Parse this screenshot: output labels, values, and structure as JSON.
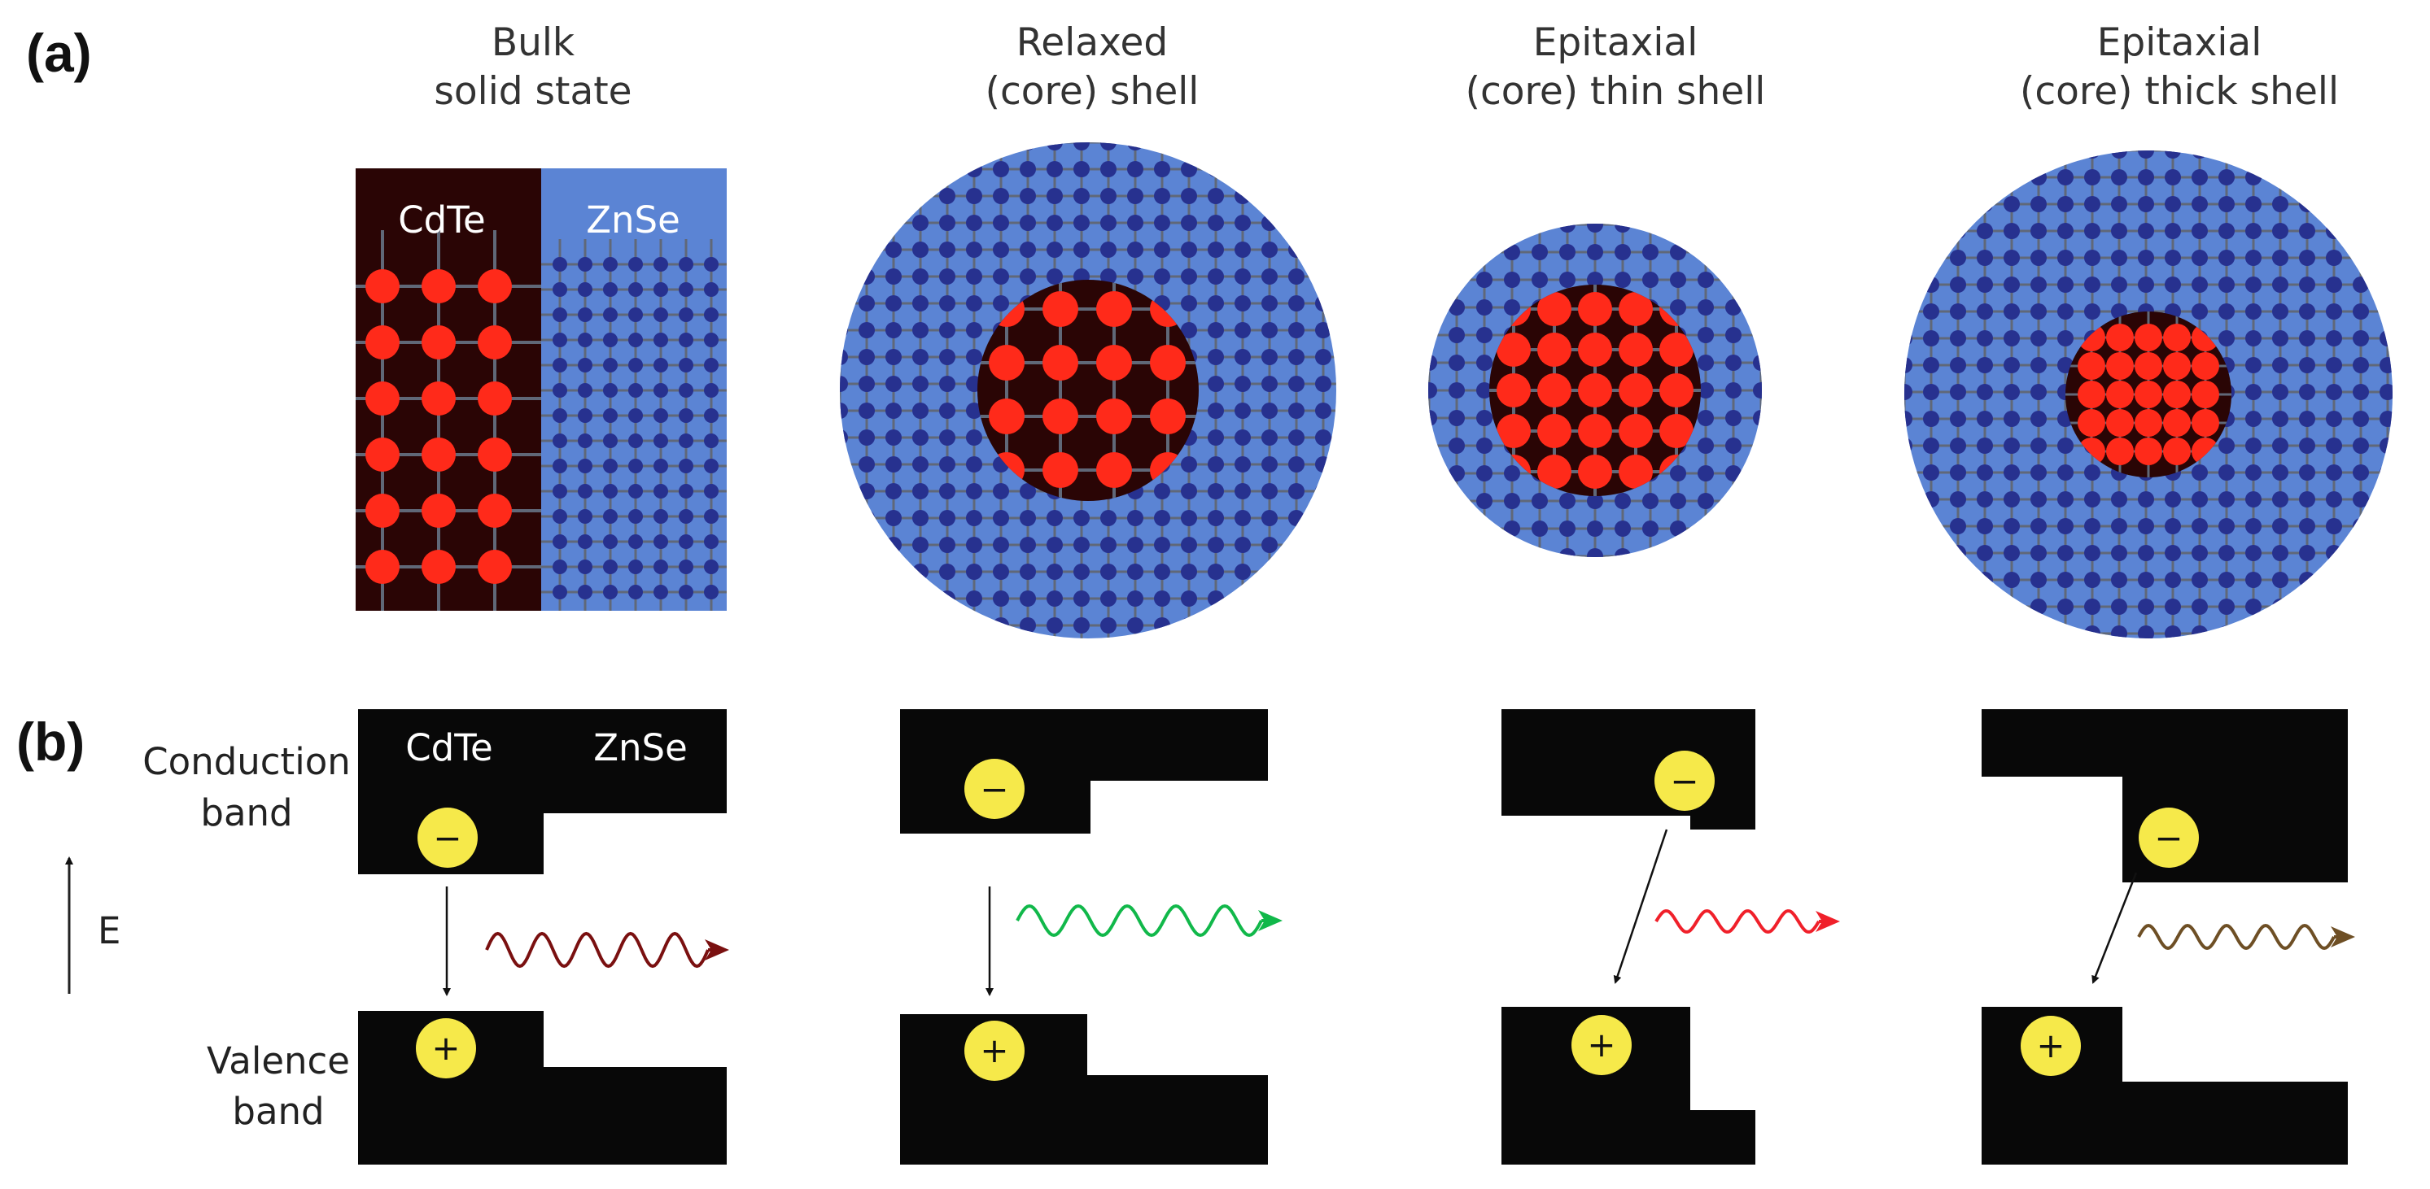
{
  "panel_labels": {
    "a": "(a)",
    "b": "(b)"
  },
  "columns": [
    {
      "title_line1": "Bulk",
      "title_line2": "solid state"
    },
    {
      "title_line1": "Relaxed",
      "title_line2": "(core) shell"
    },
    {
      "title_line1": "Epitaxial",
      "title_line2": "(core) thin shell"
    },
    {
      "title_line1": "Epitaxial",
      "title_line2": "(core) thick shell"
    }
  ],
  "materials": {
    "core": "CdTe",
    "shell": "ZnSe"
  },
  "band_labels": {
    "conduction_line1": "Conduction",
    "conduction_line2": "band",
    "valence_line1": "Valence",
    "valence_line2": "band",
    "energy_axis": "E"
  },
  "carriers": {
    "electron": "−",
    "hole": "+"
  },
  "emission_colors": [
    "#7a1010",
    "#11b84a",
    "#f0202a",
    "#6e4f25"
  ],
  "colors": {
    "core_fill": "#2a0505",
    "shell_fill": "#5b84d4",
    "core_atom": "#ff2a1a",
    "shell_atom": "#27318f",
    "bond": "#606878",
    "carrier_fill": "#f6e94a",
    "band_fill": "#080808"
  }
}
